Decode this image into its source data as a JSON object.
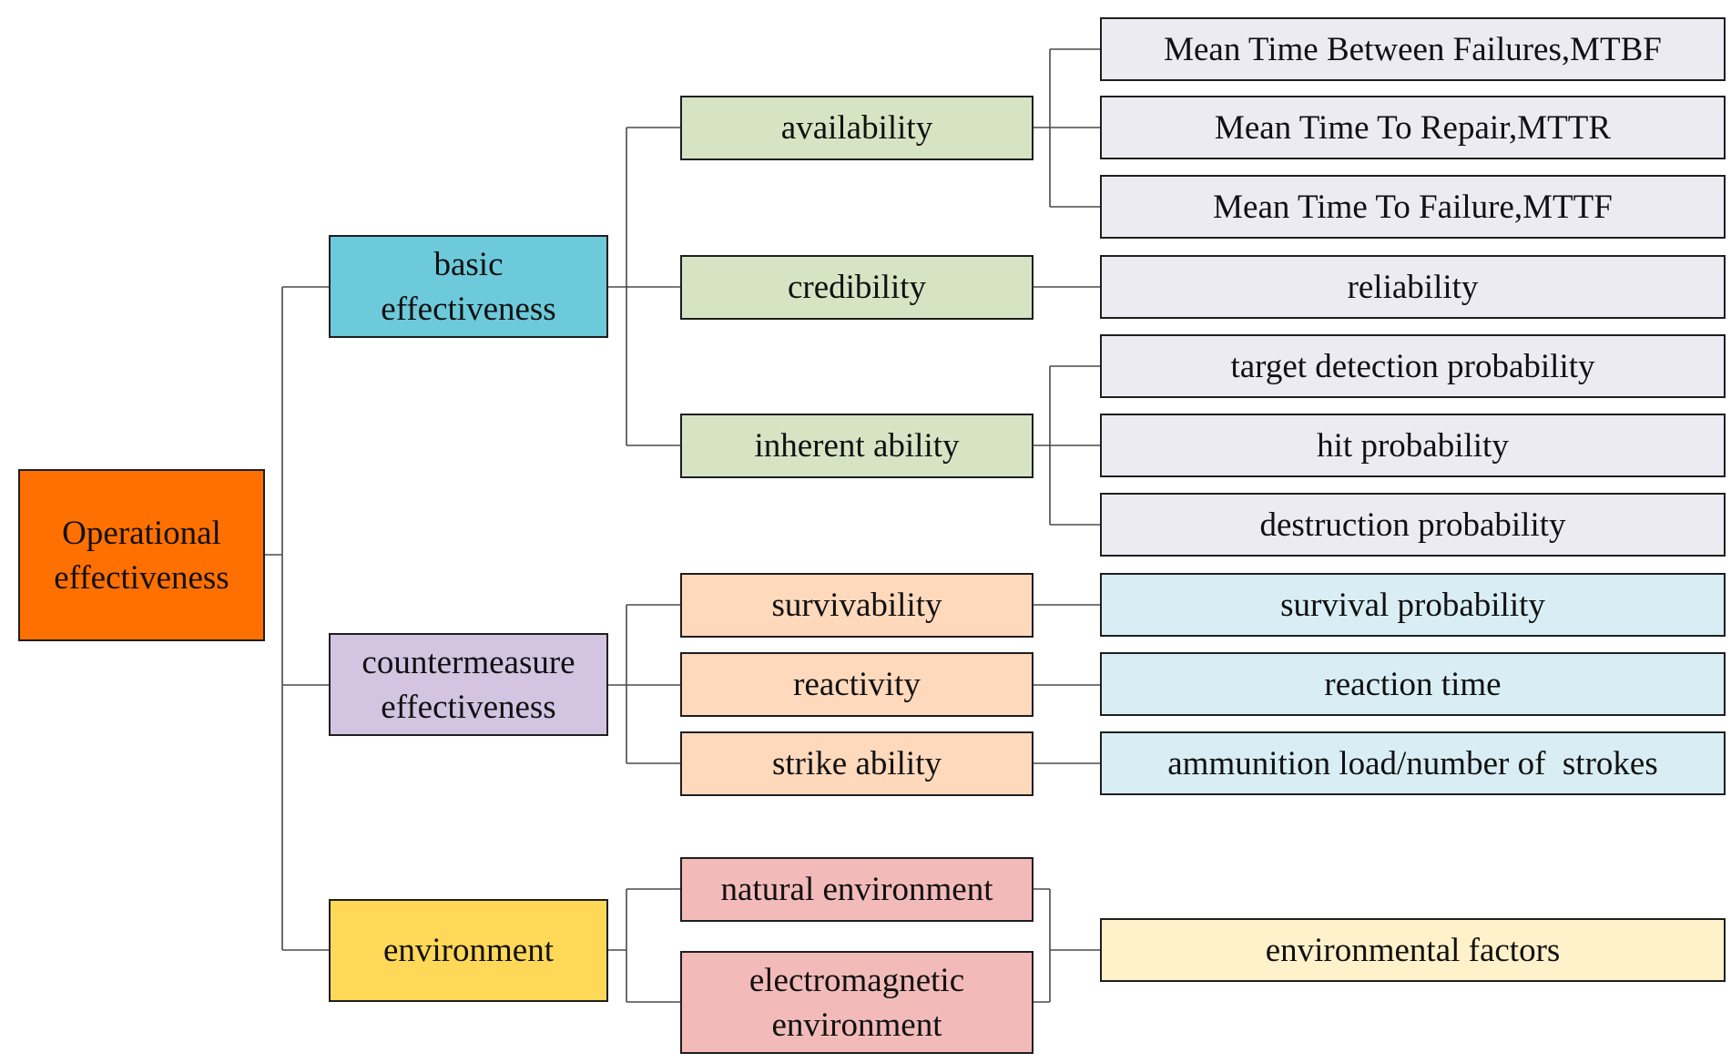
{
  "root": {
    "line1": "Operational",
    "line2": "effectiveness",
    "color": "#ff7000"
  },
  "categories": {
    "basic": {
      "line1": "basic",
      "line2": "effectiveness",
      "color": "#6ccadb"
    },
    "countermeasure": {
      "line1": "countermeasure",
      "line2": "effectiveness",
      "color": "#d3c4e2"
    },
    "environment": {
      "label": "environment",
      "color": "#ffd857"
    }
  },
  "sub": {
    "availability": "availability",
    "credibility": "credibility",
    "inherent_ability": "inherent ability",
    "survivability": "survivability",
    "reactivity": "reactivity",
    "strike_ability": "strike ability",
    "natural_environment": "natural environment",
    "electromagnetic_environment": {
      "line1": "electromagnetic",
      "line2": "environment"
    }
  },
  "indicators": {
    "mtbf": "Mean Time Between Failures,MTBF",
    "mttr": "Mean Time To Repair,MTTR",
    "mttf": "Mean Time To Failure,MTTF",
    "reliability": "reliability",
    "target_detection": "target detection probability",
    "hit_probability": "hit probability",
    "destruction_probability": "destruction probability",
    "survival_probability": "survival probability",
    "reaction_time": "reaction time",
    "ammunition": "ammunition load/number of  strokes",
    "environmental_factors": "environmental factors"
  },
  "colors": {
    "level2_green": "#d6e4c3",
    "level2_peach": "#ffd9bc",
    "level2_pink": "#f2bbb9",
    "level3_grey": "#ecebf2",
    "level3_blue": "#d8eef4",
    "level3_yellow": "#fff1c9",
    "border": "#1e1e1e",
    "connector": "#4a4a4a"
  }
}
